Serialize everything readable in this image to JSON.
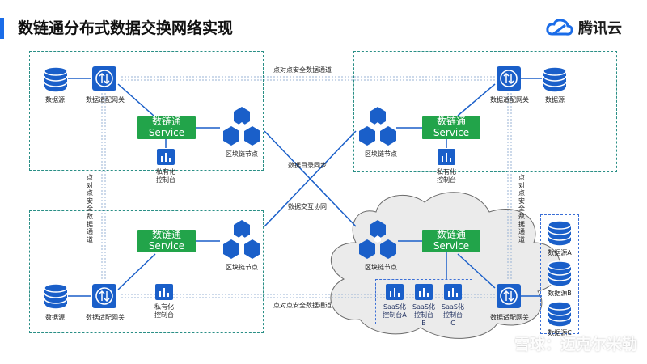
{
  "header": {
    "title": "数链通分布式数据交换网络实现",
    "brand": "腾讯云",
    "accent_color": "#1a6ce8"
  },
  "colors": {
    "service_green": "#22a44a",
    "region_border": "#2a8f86",
    "icon_blue": "#1a5fc9",
    "cloud_fill": "#ebebeb"
  },
  "service": {
    "line1": "数链通",
    "line2": "Service"
  },
  "labels": {
    "datasource": "数据源",
    "gateway": "数据适配网关",
    "blockchain_node": "区块链节点",
    "private_console_l1": "私有化",
    "private_console_l2": "控制台",
    "p2p_channel": "点对点安全数据通道",
    "p2p_channel_vertical": "点对点安全数据通道",
    "catalog_sync": "数据目录同步",
    "interaction": "数据交互协同",
    "datasource_a": "数据源A",
    "datasource_b": "数据源B",
    "datasource_c": "数据源C",
    "saas_a_l1": "SaaS化",
    "saas_a_l2": "控制台A",
    "saas_b_l1": "SaaS化",
    "saas_b_l2": "控制台",
    "saas_b_l3": "B",
    "saas_c_l1": "SaaS化",
    "saas_c_l2": "控制台",
    "saas_c_l3": "C"
  },
  "watermark": "雪球：迈克尔米勒"
}
